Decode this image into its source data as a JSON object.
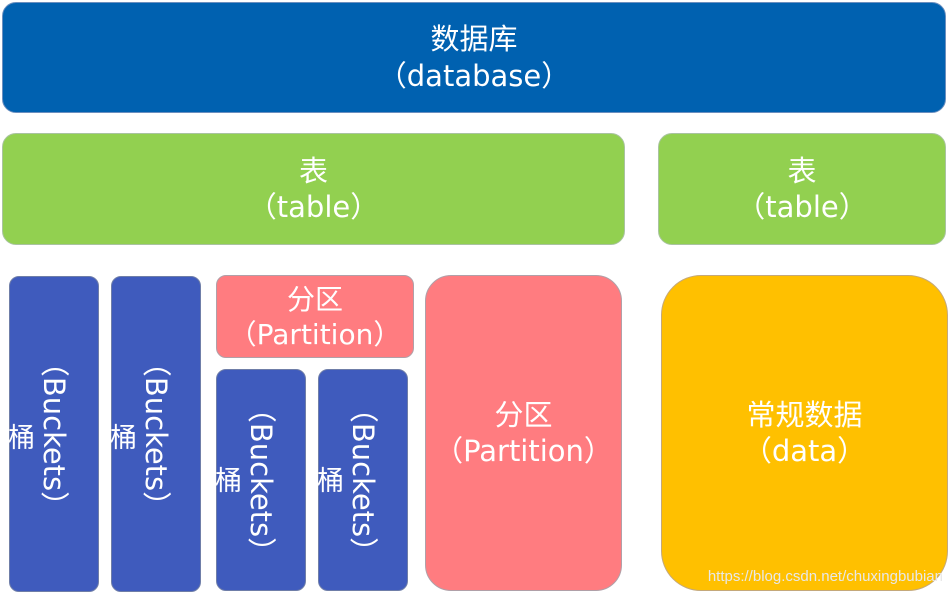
{
  "database": {
    "line1": "数据库",
    "line2": "（database）"
  },
  "tables": [
    {
      "line1": "表",
      "line2": "（table）"
    },
    {
      "line1": "表",
      "line2": "（table）"
    }
  ],
  "buckets": [
    {
      "zh": "桶",
      "en": "（Buckets）"
    },
    {
      "zh": "桶",
      "en": "（Buckets）"
    },
    {
      "zh": "桶",
      "en": "（Buckets）"
    },
    {
      "zh": "桶",
      "en": "（Buckets）"
    }
  ],
  "partitions": [
    {
      "line1": "分区",
      "line2": "（Partition）"
    },
    {
      "line1": "分区",
      "line2": "（Partition）"
    }
  ],
  "data_block": {
    "line1": "常规数据",
    "line2": "（data）"
  },
  "watermark": "https://blog.csdn.net/chuxingbubian",
  "colors": {
    "database": "#0061b0",
    "table": "#92d050",
    "bucket": "#3f5bbd",
    "partition": "#ff7c80",
    "data": "#ffc000"
  }
}
